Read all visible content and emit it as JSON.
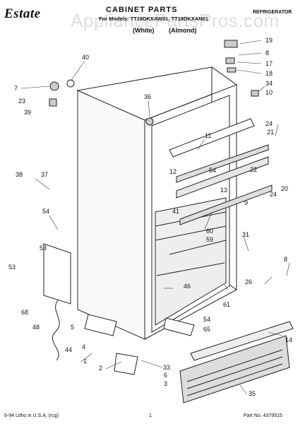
{
  "header": {
    "brand": "Estate",
    "title": "CABINET PARTS",
    "models": "For Models: TT18DKXAW01, TT18DKXAN01",
    "color_white": "(White)",
    "color_almond": "(Almond)",
    "category": "REFRIGERATOR",
    "watermark": "AppliancePartsPros.com"
  },
  "callouts": [
    "19",
    "8",
    "17",
    "18",
    "34",
    "10",
    "40",
    "7",
    "23",
    "39",
    "36",
    "11",
    "24",
    "21",
    "22",
    "20",
    "12",
    "54",
    "13",
    "9",
    "38",
    "37",
    "41",
    "60",
    "59",
    "31",
    "53",
    "61",
    "8",
    "26",
    "53",
    "68",
    "46",
    "48",
    "5",
    "4",
    "44",
    "54",
    "65",
    "14",
    "1",
    "2",
    "33",
    "6",
    "3",
    "35",
    "24",
    "54"
  ],
  "footer": {
    "litho": "6-94 Litho in U.S.A. (rcg)",
    "page": "1",
    "part_no": "Part No. 4379515"
  }
}
